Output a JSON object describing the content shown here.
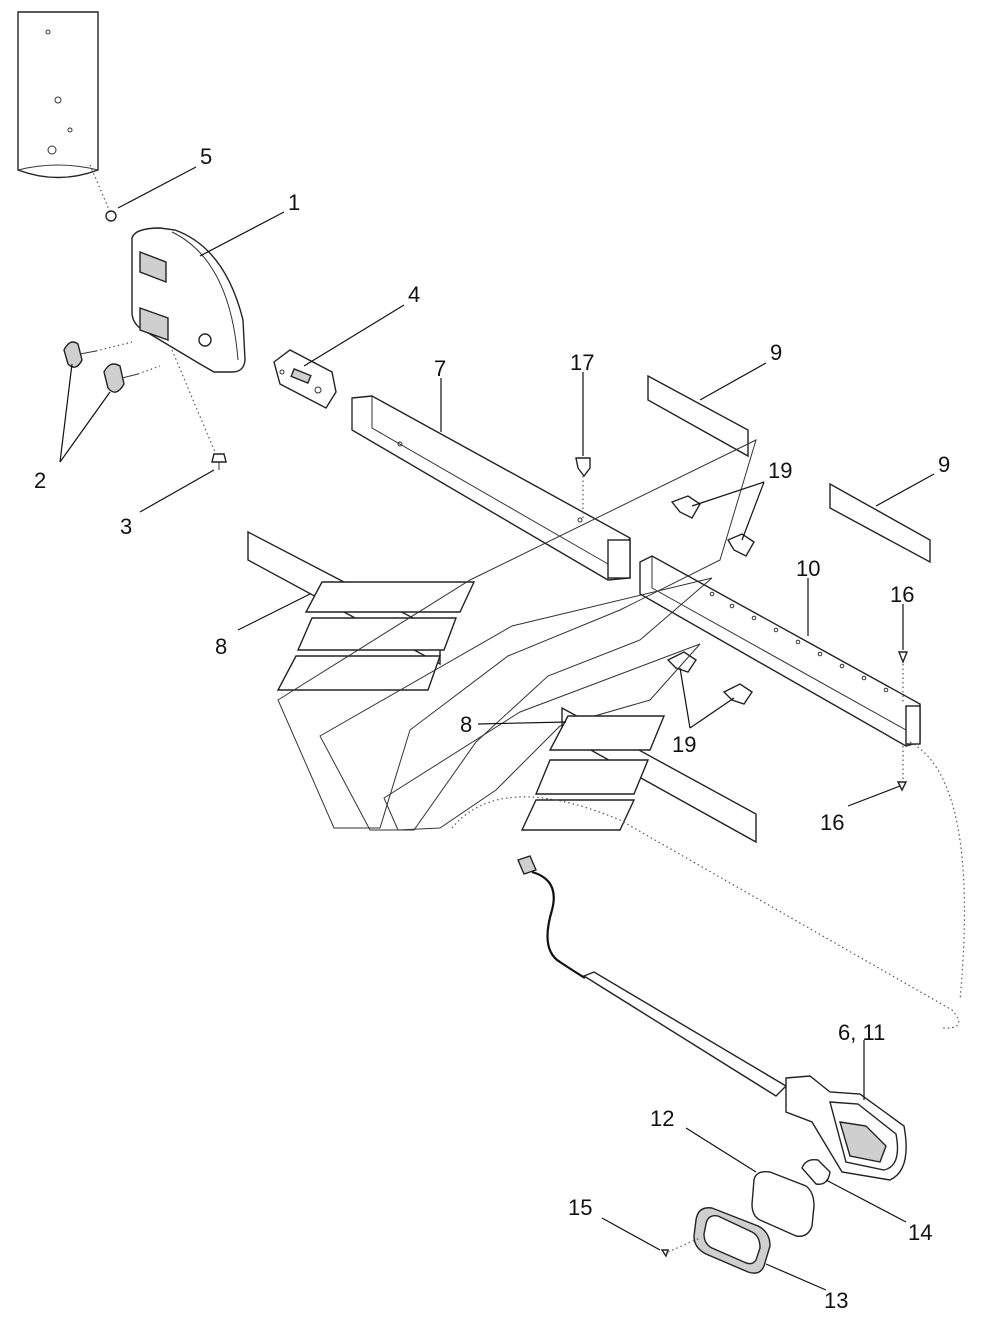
{
  "callouts": {
    "c1": "1",
    "c2": "2",
    "c3": "3",
    "c4": "4",
    "c5": "5",
    "c6_11": "6, 11",
    "c7": "7",
    "c8a": "8",
    "c8b": "8",
    "c9a": "9",
    "c9b": "9",
    "c10": "10",
    "c12": "12",
    "c13": "13",
    "c14": "14",
    "c15": "15",
    "c16a": "16",
    "c16b": "16",
    "c17": "17",
    "c19a": "19",
    "c19b": "19"
  }
}
